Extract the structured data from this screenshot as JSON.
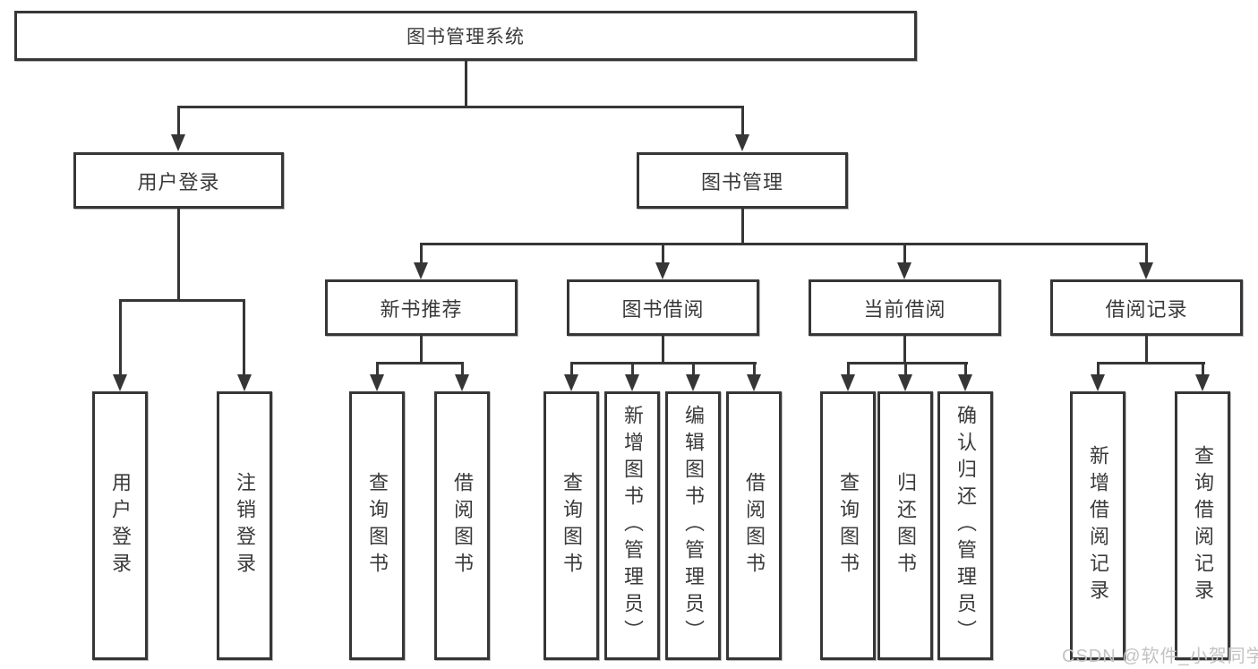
{
  "diagram": {
    "root": {
      "label": "图书管理系统"
    },
    "level2": [
      {
        "label": "用户登录"
      },
      {
        "label": "图书管理"
      }
    ],
    "level3": [
      {
        "label": "新书推荐"
      },
      {
        "label": "图书借阅"
      },
      {
        "label": "当前借阅"
      },
      {
        "label": "借阅记录"
      }
    ],
    "leaves": [
      {
        "label": "用户登录"
      },
      {
        "label": "注销登录"
      },
      {
        "label": "查询图书"
      },
      {
        "label": "借阅图书"
      },
      {
        "label": "查询图书"
      },
      {
        "label": "新增图书（管理员）"
      },
      {
        "label": "编辑图书（管理员）"
      },
      {
        "label": "借阅图书"
      },
      {
        "label": "查询图书"
      },
      {
        "label": "归还图书"
      },
      {
        "label": "确认归还（管理员）"
      },
      {
        "label": "新增借阅记录"
      },
      {
        "label": "查询借阅记录"
      }
    ]
  },
  "watermark": {
    "text": "CSDN @软件_小贺同学"
  },
  "colors": {
    "line": "#363636",
    "border": "#363636",
    "text": "#3a3a3a",
    "watermark": "#c3c3c3",
    "background": "#ffffff"
  }
}
